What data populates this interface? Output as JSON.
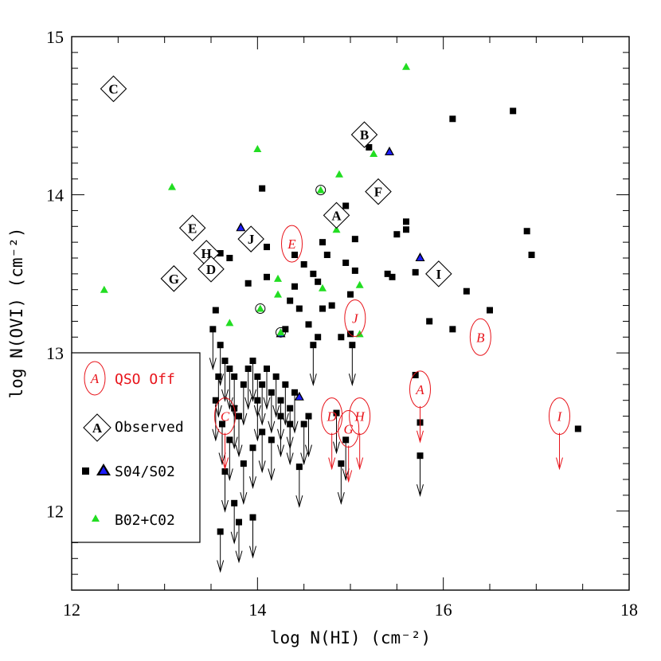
{
  "chart_data": {
    "type": "scatter",
    "xlabel": "log N(HI) (cm⁻²)",
    "ylabel": "log N(OVI) (cm⁻²)",
    "xlim": [
      12,
      18
    ],
    "ylim": [
      11.5,
      15
    ],
    "x_ticks": [
      "12",
      "14",
      "16",
      "18"
    ],
    "y_ticks": [
      "12",
      "13",
      "14",
      "15"
    ],
    "legend": {
      "placement": "lower-left",
      "entries": [
        {
          "label": "QSO Off",
          "symbol": "A",
          "color": "#e8141b"
        },
        {
          "label": "Observed",
          "symbol": "A",
          "color": "#000000"
        },
        {
          "label": "S04/S02",
          "color": "#000000"
        },
        {
          "label": "B02+C02",
          "color": "#22dd22"
        }
      ]
    },
    "observed": [
      {
        "label": "C",
        "x": 12.45,
        "y": 14.67
      },
      {
        "label": "B",
        "x": 15.15,
        "y": 14.38
      },
      {
        "label": "F",
        "x": 15.3,
        "y": 14.02
      },
      {
        "label": "A",
        "x": 14.85,
        "y": 13.87
      },
      {
        "label": "E",
        "x": 13.3,
        "y": 13.79
      },
      {
        "label": "J",
        "x": 13.93,
        "y": 13.72
      },
      {
        "label": "H",
        "x": 13.45,
        "y": 13.63
      },
      {
        "label": "D",
        "x": 13.5,
        "y": 13.53
      },
      {
        "label": "G",
        "x": 13.1,
        "y": 13.47
      },
      {
        "label": "I",
        "x": 15.95,
        "y": 13.5
      }
    ],
    "qso_off": [
      {
        "label": "E",
        "x": 14.37,
        "y": 13.69,
        "limit": false
      },
      {
        "label": "J",
        "x": 15.05,
        "y": 13.22,
        "limit": false
      },
      {
        "label": "B",
        "x": 16.4,
        "y": 13.1,
        "limit": false
      },
      {
        "label": "A",
        "x": 15.75,
        "y": 12.77,
        "limit": true
      },
      {
        "label": "C",
        "x": 13.65,
        "y": 12.6,
        "limit": true
      },
      {
        "label": "D",
        "x": 14.8,
        "y": 12.6,
        "limit": true
      },
      {
        "label": "G",
        "x": 14.98,
        "y": 12.52,
        "limit": true
      },
      {
        "label": "H",
        "x": 15.1,
        "y": 12.6,
        "limit": true
      },
      {
        "label": "I",
        "x": 17.25,
        "y": 12.6,
        "limit": true
      }
    ],
    "s04_s02": {
      "detections": [
        [
          16.1,
          14.48
        ],
        [
          16.75,
          14.53
        ],
        [
          15.2,
          14.3
        ],
        [
          14.05,
          14.04
        ],
        [
          14.95,
          13.93
        ],
        [
          15.6,
          13.83
        ],
        [
          15.6,
          13.78
        ],
        [
          15.5,
          13.75
        ],
        [
          16.9,
          13.77
        ],
        [
          15.05,
          13.72
        ],
        [
          14.7,
          13.7
        ],
        [
          14.1,
          13.67
        ],
        [
          16.95,
          13.62
        ],
        [
          14.4,
          13.62
        ],
        [
          14.75,
          13.62
        ],
        [
          13.6,
          13.63
        ],
        [
          13.7,
          13.6
        ],
        [
          14.5,
          13.56
        ],
        [
          14.95,
          13.57
        ],
        [
          15.05,
          13.52
        ],
        [
          14.6,
          13.5
        ],
        [
          15.4,
          13.5
        ],
        [
          15.45,
          13.48
        ],
        [
          14.65,
          13.45
        ],
        [
          14.1,
          13.48
        ],
        [
          13.9,
          13.44
        ],
        [
          14.4,
          13.42
        ],
        [
          15.7,
          13.51
        ],
        [
          16.25,
          13.39
        ],
        [
          16.5,
          13.27
        ],
        [
          14.35,
          13.33
        ],
        [
          15.0,
          13.37
        ],
        [
          13.55,
          13.27
        ],
        [
          14.45,
          13.28
        ],
        [
          14.7,
          13.28
        ],
        [
          14.8,
          13.3
        ],
        [
          15.85,
          13.2
        ],
        [
          16.1,
          13.15
        ],
        [
          14.55,
          13.18
        ],
        [
          14.3,
          13.15
        ],
        [
          14.65,
          13.1
        ],
        [
          14.9,
          13.1
        ],
        [
          15.0,
          13.12
        ],
        [
          15.7,
          12.86
        ],
        [
          15.75,
          12.56
        ],
        [
          17.45,
          12.52
        ]
      ],
      "upper_limits": [
        [
          13.52,
          13.15
        ],
        [
          13.6,
          13.05
        ],
        [
          13.65,
          12.95
        ],
        [
          13.7,
          12.9
        ],
        [
          13.75,
          12.85
        ],
        [
          13.85,
          12.8
        ],
        [
          13.9,
          12.9
        ],
        [
          13.95,
          12.95
        ],
        [
          14.0,
          12.85
        ],
        [
          14.05,
          12.8
        ],
        [
          14.1,
          12.9
        ],
        [
          14.15,
          12.75
        ],
        [
          14.2,
          12.85
        ],
        [
          14.25,
          12.7
        ],
        [
          14.3,
          12.8
        ],
        [
          14.35,
          12.65
        ],
        [
          14.4,
          12.75
        ],
        [
          14.5,
          12.55
        ],
        [
          14.55,
          12.6
        ],
        [
          13.55,
          12.7
        ],
        [
          13.62,
          12.55
        ],
        [
          13.7,
          12.45
        ],
        [
          13.8,
          12.6
        ],
        [
          13.85,
          12.3
        ],
        [
          13.95,
          12.4
        ],
        [
          14.05,
          12.5
        ],
        [
          14.15,
          12.45
        ],
        [
          13.6,
          11.87
        ],
        [
          13.8,
          11.93
        ],
        [
          13.95,
          11.96
        ],
        [
          13.75,
          12.05
        ],
        [
          13.65,
          12.25
        ],
        [
          14.45,
          12.28
        ],
        [
          14.85,
          12.62
        ],
        [
          14.9,
          12.3
        ],
        [
          14.95,
          12.45
        ],
        [
          15.75,
          12.35
        ],
        [
          13.75,
          12.65
        ],
        [
          14.0,
          12.7
        ],
        [
          14.25,
          12.6
        ],
        [
          14.35,
          12.55
        ],
        [
          13.58,
          12.85
        ],
        [
          14.6,
          13.05
        ],
        [
          15.02,
          13.05
        ]
      ],
      "blue": [
        [
          13.82,
          13.79
        ],
        [
          15.42,
          14.27
        ],
        [
          15.75,
          13.6
        ],
        [
          14.45,
          12.72
        ],
        [
          14.25,
          13.12
        ]
      ]
    },
    "b02_c02": {
      "points": [
        [
          15.6,
          14.81
        ],
        [
          14.0,
          14.29
        ],
        [
          15.25,
          14.26
        ],
        [
          14.88,
          14.13
        ],
        [
          13.08,
          14.05
        ],
        [
          14.68,
          14.03
        ],
        [
          14.85,
          13.78
        ],
        [
          14.22,
          13.47
        ],
        [
          14.7,
          13.41
        ],
        [
          15.1,
          13.43
        ],
        [
          12.35,
          13.4
        ],
        [
          14.22,
          13.37
        ],
        [
          14.03,
          13.28
        ],
        [
          13.7,
          13.19
        ],
        [
          14.25,
          13.13
        ],
        [
          15.1,
          13.12
        ]
      ],
      "circled": [
        [
          14.68,
          14.03
        ],
        [
          14.03,
          13.28
        ],
        [
          14.25,
          13.13
        ]
      ]
    }
  }
}
